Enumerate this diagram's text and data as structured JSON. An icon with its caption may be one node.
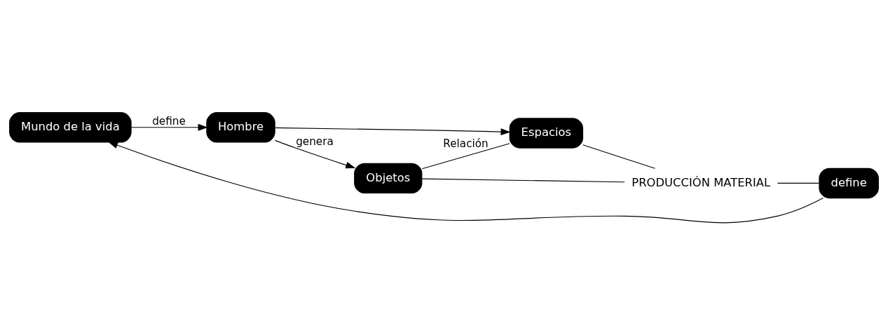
{
  "diagram": {
    "nodes": [
      {
        "text": [
          "Mundo de la vida"
        ]
      },
      {
        "text": [
          "Hombre"
        ]
      },
      {
        "text": [
          "Objetos"
        ]
      },
      {
        "text": [
          "Espacios"
        ]
      },
      {
        "text": [
          "PRODUCCIÓN MATERIAL"
        ]
      },
      {
        "text": [
          "define"
        ]
      }
    ],
    "edges": [
      {
        "from": 0,
        "to": 1,
        "label": "define",
        "arrow": "to"
      },
      {
        "from": 1,
        "to": 2,
        "label": "genera",
        "arrow": "to"
      },
      {
        "from": 1,
        "to": 3,
        "arrow": "to"
      },
      {
        "from": 2,
        "to": 3,
        "label": "Relación",
        "arrow": "none"
      },
      {
        "from": 2,
        "to": 4,
        "arrow": "none"
      },
      {
        "from": 3,
        "to": 4,
        "arrow": "none"
      },
      {
        "from": 4,
        "to": 5,
        "arrow": "none"
      },
      {
        "from": 5,
        "to": 0,
        "arrow": "to"
      }
    ]
  }
}
